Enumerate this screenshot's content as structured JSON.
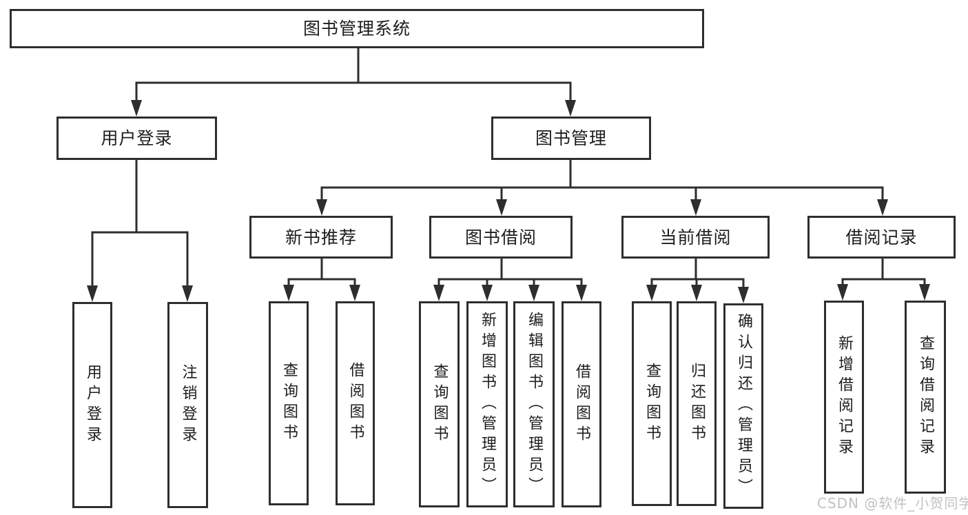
{
  "watermark": {
    "text": "CSDN @软件_小贺同学"
  },
  "colors": {
    "line": "#2e2e2e",
    "text": "#1d1d1d",
    "watermark": "#c2c2c2",
    "background": "#ffffff"
  },
  "tree": {
    "root": {
      "label": "图书管理系统",
      "children": [
        {
          "label": "用户登录",
          "children": [
            {
              "label": "用户登录"
            },
            {
              "label": "注销登录"
            }
          ]
        },
        {
          "label": "图书管理",
          "children": [
            {
              "label": "新书推荐",
              "children": [
                {
                  "label": "查询图书"
                },
                {
                  "label": "借阅图书"
                }
              ]
            },
            {
              "label": "图书借阅",
              "children": [
                {
                  "label": "查询图书"
                },
                {
                  "label": "新增图书（管理员）"
                },
                {
                  "label": "编辑图书（管理员）"
                },
                {
                  "label": "借阅图书"
                }
              ]
            },
            {
              "label": "当前借阅",
              "children": [
                {
                  "label": "查询图书"
                },
                {
                  "label": "归还图书"
                },
                {
                  "label": "确认归还（管理员）"
                }
              ]
            },
            {
              "label": "借阅记录",
              "children": [
                {
                  "label": "新增借阅记录"
                },
                {
                  "label": "查询借阅记录"
                }
              ]
            }
          ]
        }
      ]
    }
  }
}
